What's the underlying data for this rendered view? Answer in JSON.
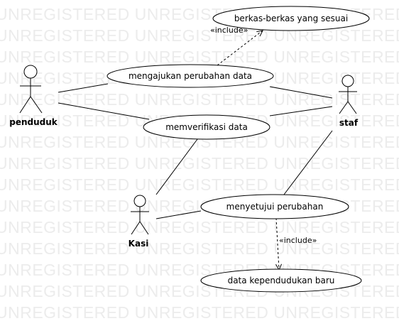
{
  "watermark": "UNREGISTERED UNREGISTERED UNREGISTERED",
  "actors": {
    "penduduk": "penduduk",
    "staf": "staf",
    "kasi": "Kasi"
  },
  "use_cases": {
    "berkas": "berkas-berkas yang sesuai",
    "mengajukan": "mengajukan perubahan data",
    "memverifikasi": "memverifikasi data",
    "menyetujui": "menyetujui perubahan",
    "data_baru": "data kependudukan baru"
  },
  "relations": {
    "include_1": "«include»",
    "include_2": "«include»"
  }
}
